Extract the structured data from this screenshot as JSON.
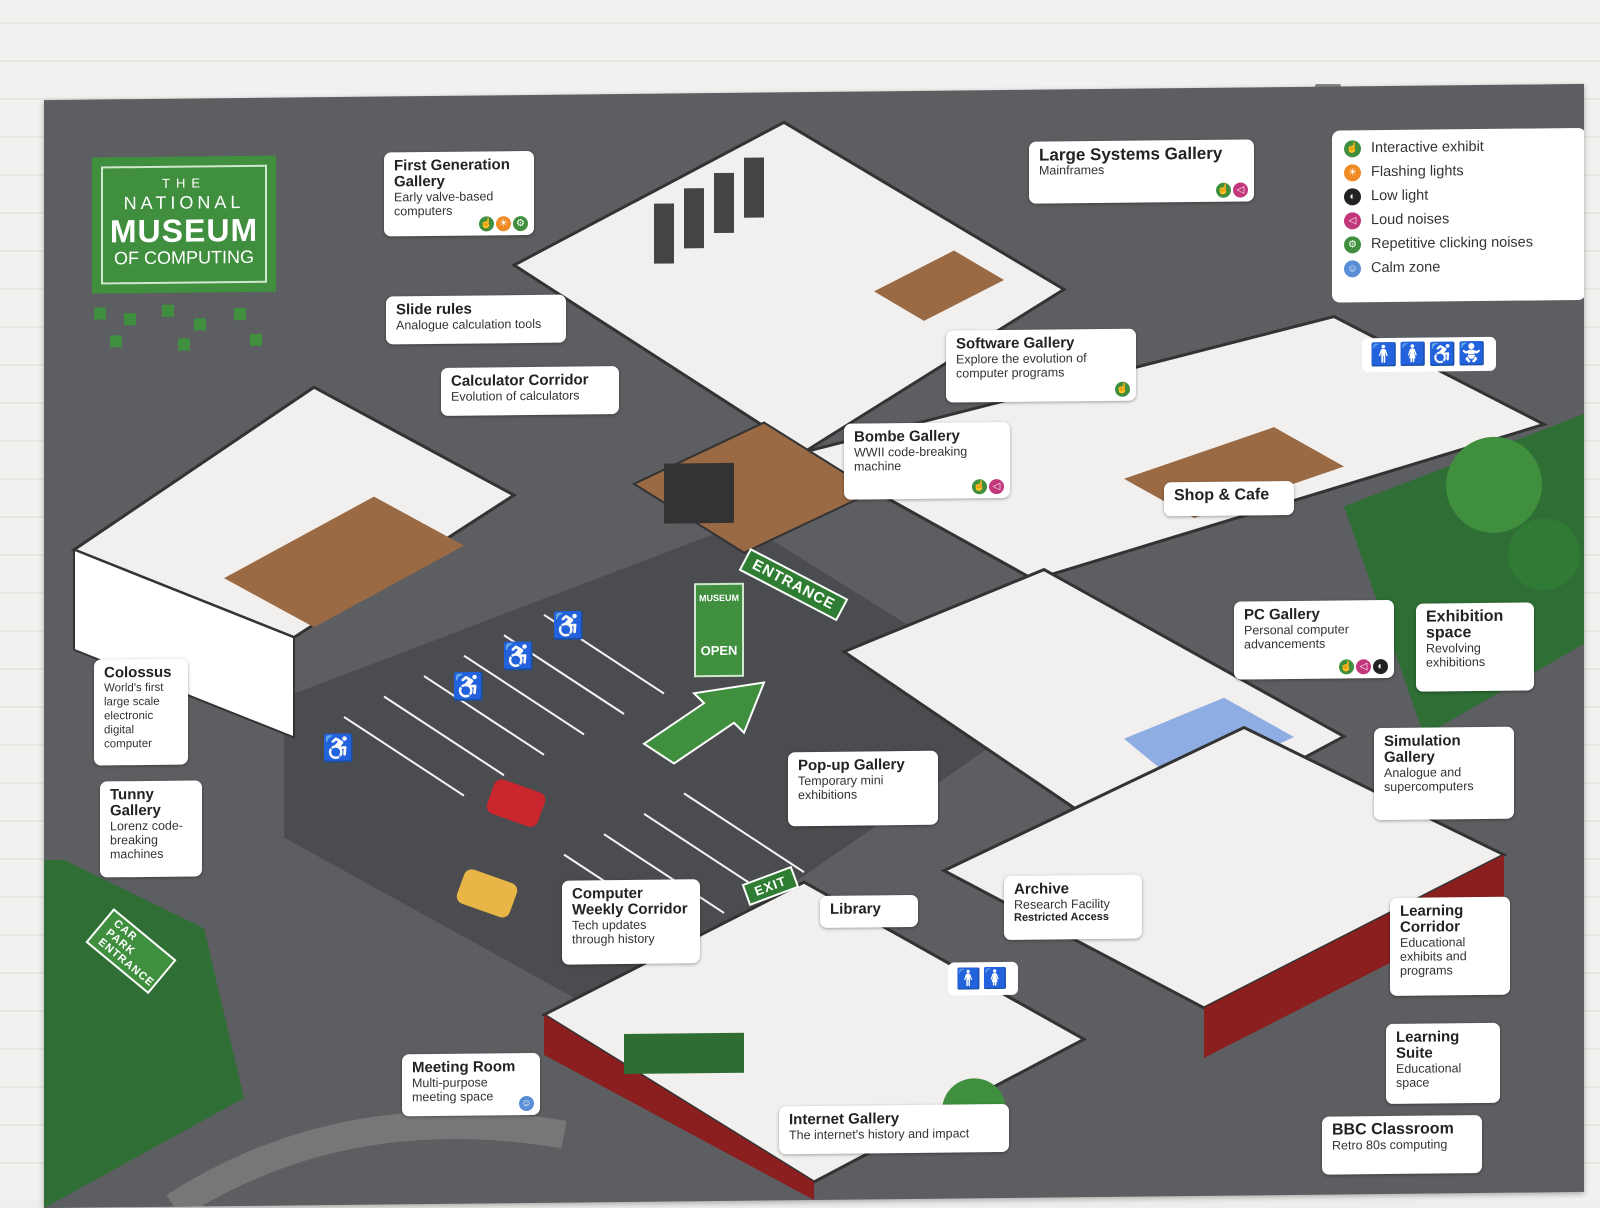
{
  "logo": {
    "the": "THE",
    "national": "NATIONAL",
    "museum": "MUSEUM",
    "computing": "OF COMPUTING"
  },
  "legend": [
    {
      "icon": "interactive-icon",
      "label": "Interactive exhibit"
    },
    {
      "icon": "flashing-lights-icon",
      "label": "Flashing lights"
    },
    {
      "icon": "low-light-icon",
      "label": "Low light"
    },
    {
      "icon": "loud-noises-icon",
      "label": "Loud noises"
    },
    {
      "icon": "repetitive-clicking-icon",
      "label": "Repetitive clicking noises"
    },
    {
      "icon": "calm-zone-icon",
      "label": "Calm zone"
    }
  ],
  "galleries": {
    "first_gen": {
      "title": "First Generation Gallery",
      "desc": "Early valve-based computers"
    },
    "large_systems": {
      "title": "Large Systems Gallery",
      "desc": "Mainframes"
    },
    "slide_rules": {
      "title": "Slide rules",
      "desc": "Analogue calculation tools"
    },
    "calculator": {
      "title": "Calculator Corridor",
      "desc": "Evolution of calculators"
    },
    "software": {
      "title": "Software Gallery",
      "desc": "Explore the evolution of computer programs"
    },
    "bombe": {
      "title": "Bombe Gallery",
      "desc": "WWII code-breaking machine"
    },
    "shop": {
      "title": "Shop & Cafe"
    },
    "pc": {
      "title": "PC Gallery",
      "desc": "Personal computer advancements"
    },
    "exhibition": {
      "title": "Exhibition space",
      "desc": "Revolving exhibitions"
    },
    "colossus": {
      "title": "Colossus",
      "desc": "World's first large scale electronic digital computer"
    },
    "tunny": {
      "title": "Tunny Gallery",
      "desc": "Lorenz code-breaking machines"
    },
    "popup": {
      "title": "Pop-up Gallery",
      "desc": "Temporary mini exhibitions"
    },
    "simulation": {
      "title": "Simulation Gallery",
      "desc": "Analogue and supercomputers"
    },
    "weekly": {
      "title": "Computer Weekly Corridor",
      "desc": "Tech updates through history"
    },
    "library": {
      "title": "Library"
    },
    "archive": {
      "title": "Archive",
      "desc": "Research Facility",
      "note": "Restricted Access"
    },
    "learning_corridor": {
      "title": "Learning Corridor",
      "desc": "Educational exhibits and programs"
    },
    "learning_suite": {
      "title": "Learning Suite",
      "desc": "Educational space"
    },
    "meeting": {
      "title": "Meeting Room",
      "desc": "Multi-purpose meeting space"
    },
    "internet": {
      "title": "Internet Gallery",
      "desc": "The internet's history and impact"
    },
    "bbc": {
      "title": "BBC Classroom",
      "desc": "Retro 80s computing"
    }
  },
  "signs": {
    "entrance": "ENTRANCE",
    "exit": "EXIT",
    "car_park": "CAR PARK ENTRANCE",
    "open": "OPEN",
    "museum": "MUSEUM"
  },
  "colors": {
    "board": "#5d5e61",
    "green": "#3f8f3f",
    "floor": "#f2f0ee",
    "wood": "#9a6a45",
    "brick": "#8b1e1e"
  }
}
